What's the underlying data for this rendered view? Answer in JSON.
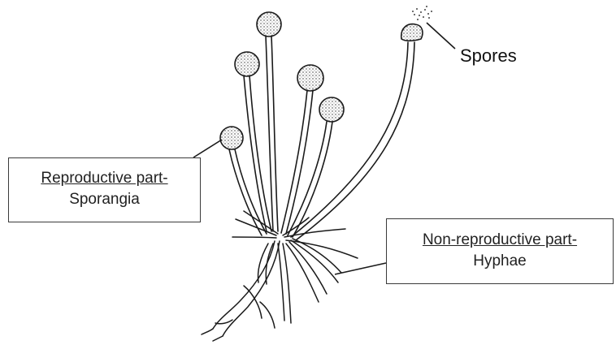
{
  "labels": {
    "spores": "Spores",
    "reproductive_title": "Reproductive part-",
    "reproductive_name": "Sporangia",
    "nonreproductive_title": "Non-reproductive part-",
    "nonreproductive_name": "Hyphae"
  },
  "colors": {
    "line": "#1a1a1a",
    "box_border": "#3a3a3a",
    "text": "#222222"
  }
}
